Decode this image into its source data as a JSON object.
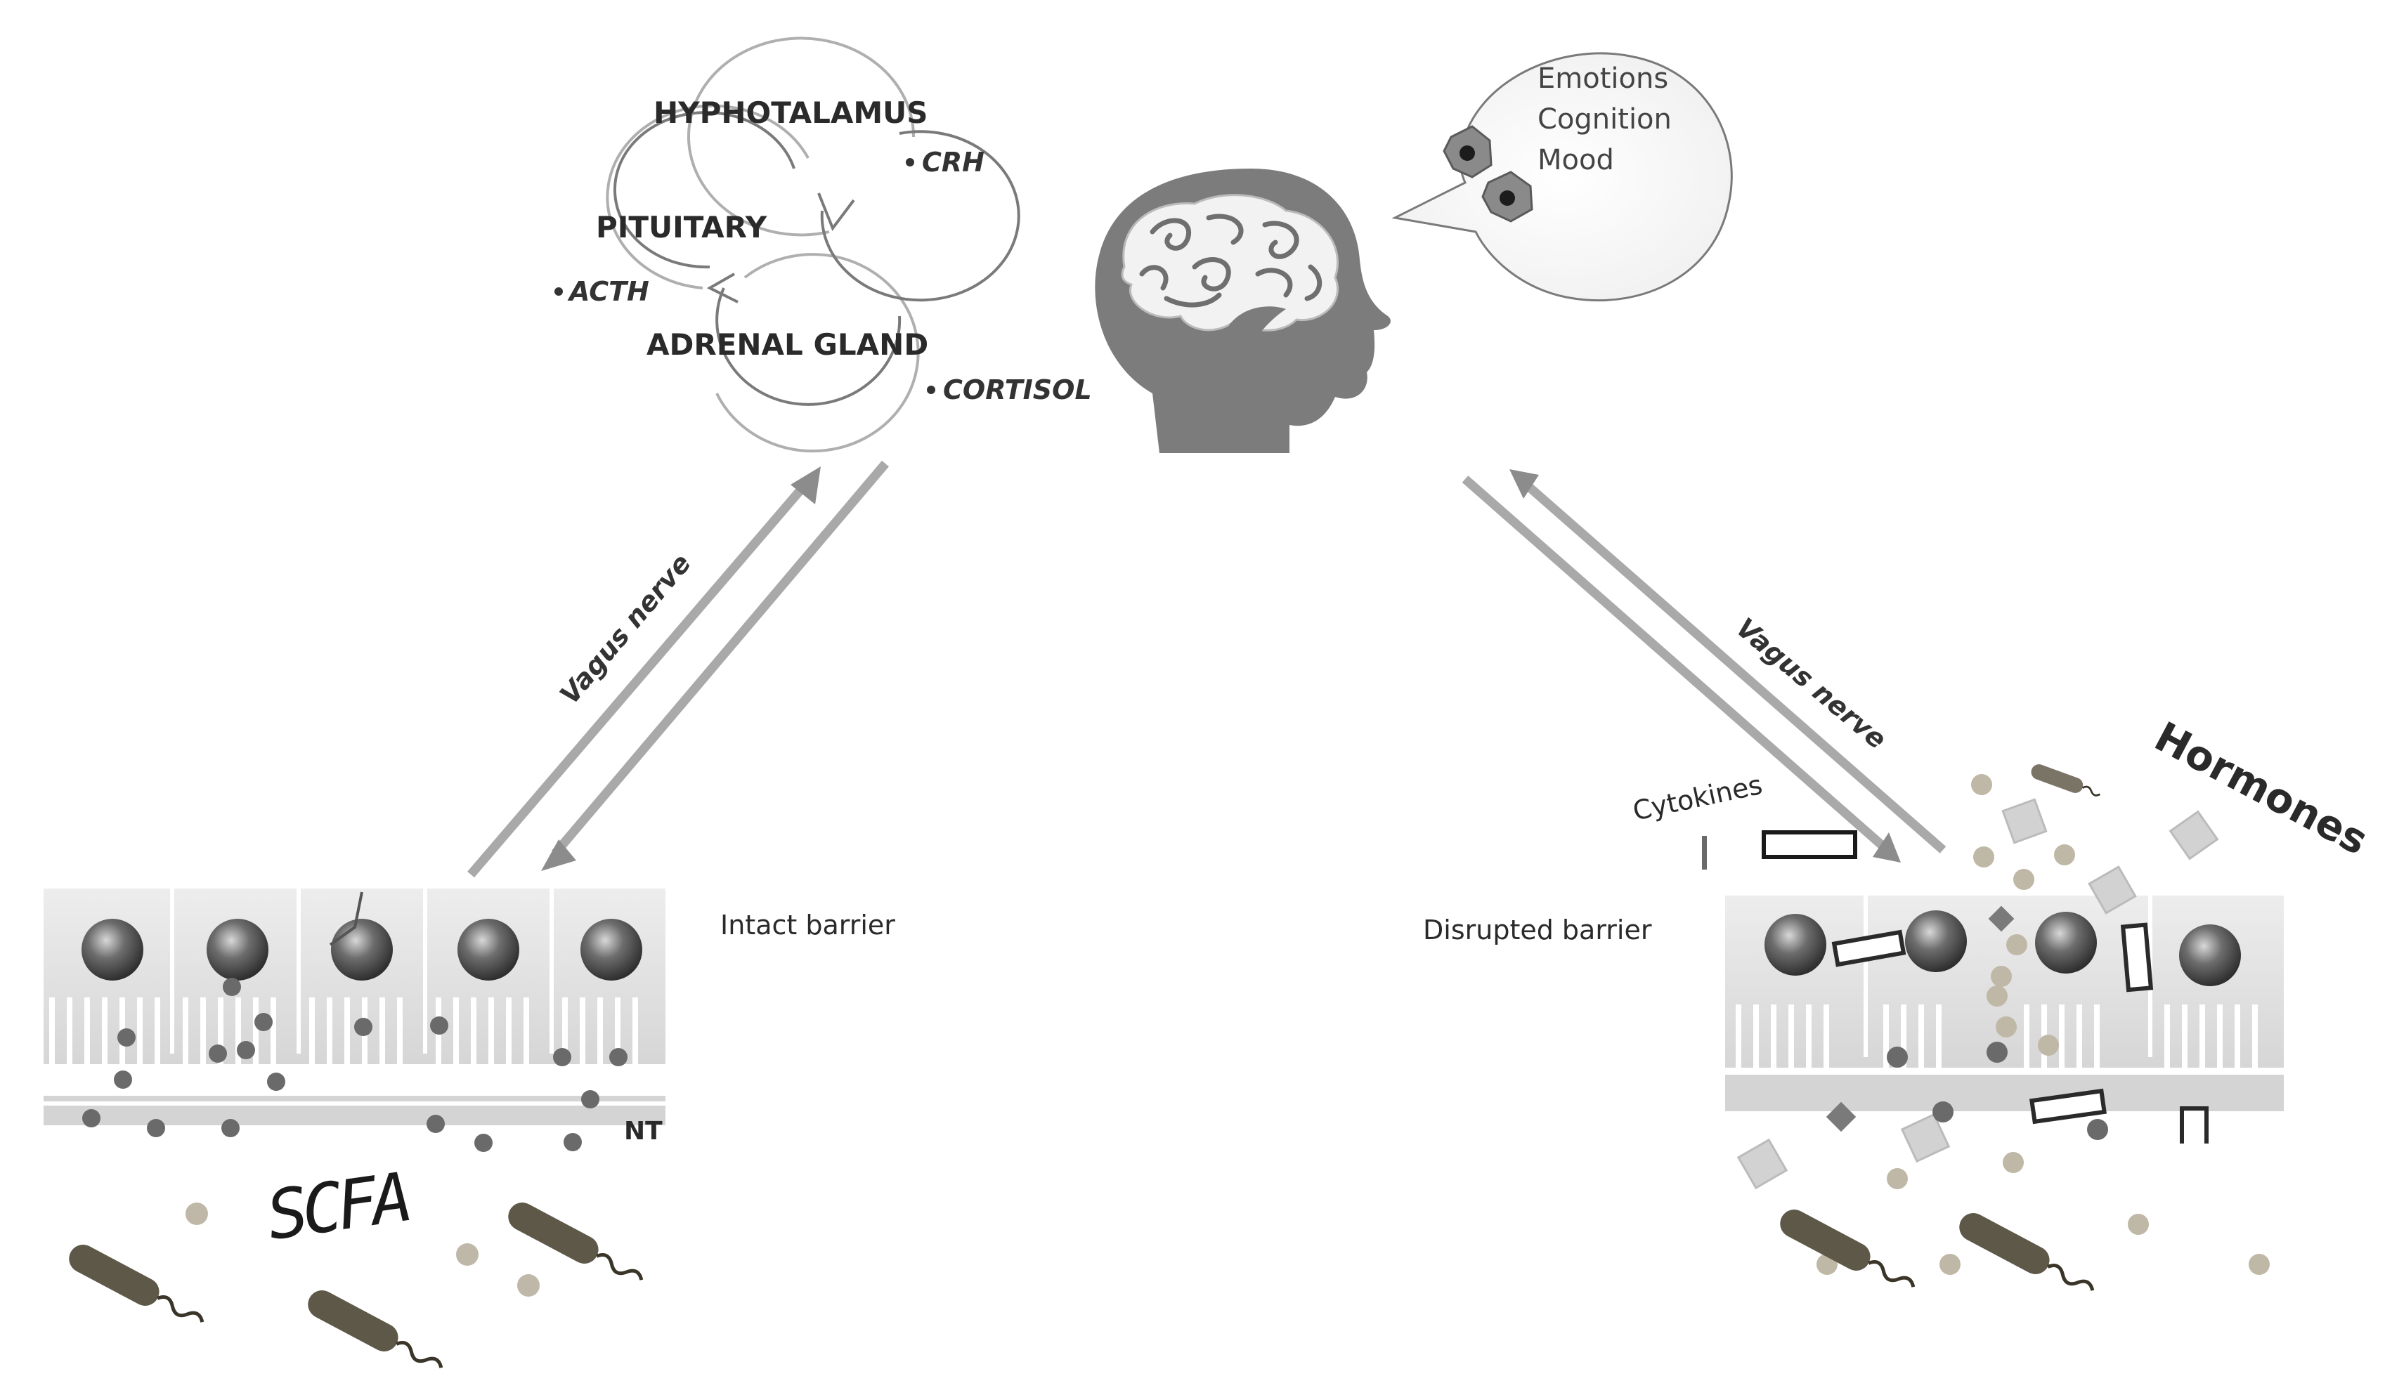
{
  "hpa_axis": {
    "hypothalamus": "HYPHOTALAMUS",
    "pituitary": "PITUITARY",
    "adrenal": "ADRENAL GLAND",
    "crh": "CRH",
    "acth": "ACTH",
    "cortisol": "CORTISOL"
  },
  "brain": {
    "bubble_lines": [
      "Emotions",
      "Cognition",
      "Mood"
    ]
  },
  "left": {
    "vagus": "Vagus nerve",
    "barrier": "Intact barrier",
    "nt": "NT",
    "scfa": "SCFA"
  },
  "right": {
    "vagus": "Vagus nerve",
    "barrier": "Disrupted barrier",
    "cytokines": "Cytokines",
    "hormones": "Hormones"
  },
  "colors": {
    "arrow": "#a9a9a9",
    "head": "#8c8c8c",
    "cell": "#e6e6e6",
    "nucleus": "#4f4f4f",
    "bacteria": "#5e5848",
    "particle": "#bfb8a8"
  }
}
